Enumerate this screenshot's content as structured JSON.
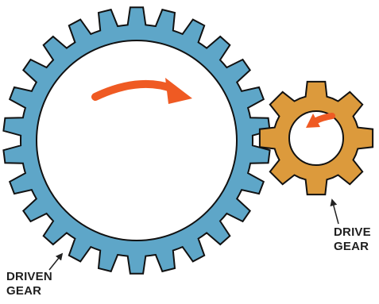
{
  "labels": {
    "driven_line1": "DRIVEN",
    "driven_line2": "GEAR",
    "drive_line1": "DRIVE",
    "drive_line2": "GEAR"
  },
  "colors": {
    "driven_gear_fill": "#5ea6c8",
    "drive_gear_fill": "#dc9a3c",
    "gear_outline": "#111111",
    "rotation_arrow": "#ef5a23",
    "pointer": "#222222"
  },
  "icons": {
    "driven_rotation": "clockwise-arrow-icon",
    "drive_rotation": "counterclockwise-arrow-icon"
  }
}
